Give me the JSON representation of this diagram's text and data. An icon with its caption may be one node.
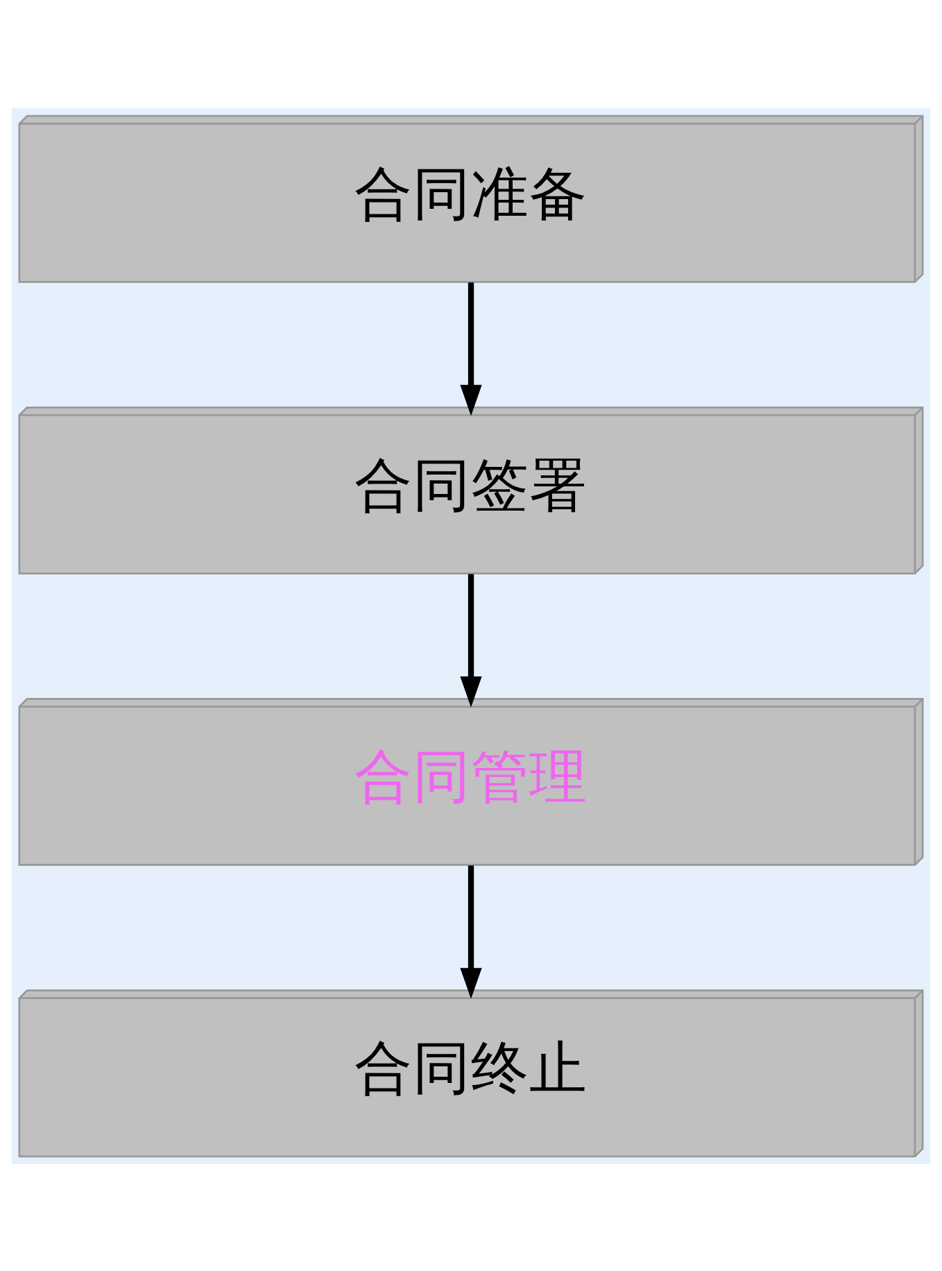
{
  "diagram": {
    "nodes": [
      {
        "text": [
          "合同准备"
        ]
      },
      {
        "text": [
          "合同签署"
        ]
      },
      {
        "text": [
          "合同管理"
        ]
      },
      {
        "text": [
          "合同终止"
        ]
      }
    ],
    "edges": [
      {
        "from": 0,
        "to": 1,
        "arrow": "to"
      },
      {
        "from": 1,
        "to": 2,
        "arrow": "to"
      },
      {
        "from": 2,
        "to": 3,
        "arrow": "to"
      }
    ]
  }
}
